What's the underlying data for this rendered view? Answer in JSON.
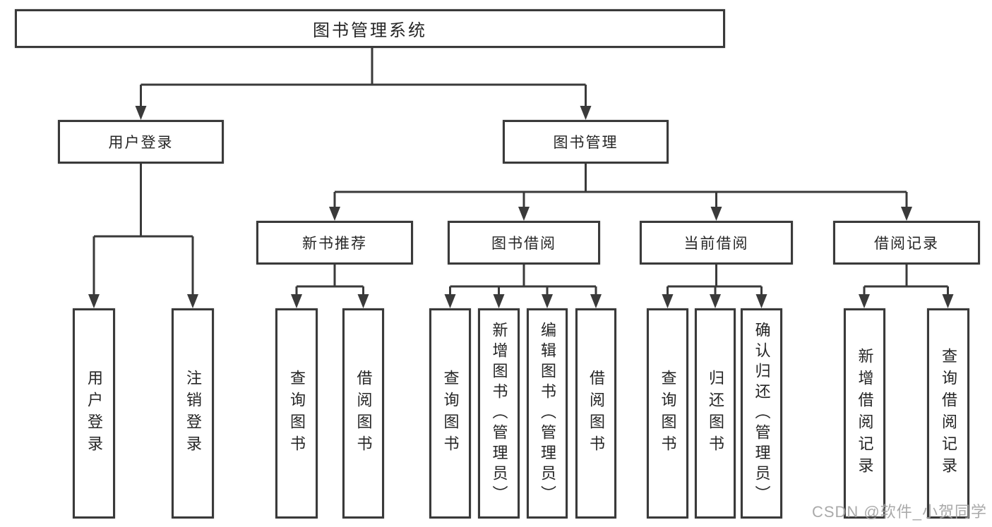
{
  "diagram": {
    "root": {
      "label": "图书管理系统"
    },
    "branches": [
      {
        "label": "用户登录",
        "children": [
          "用户登录",
          "注销登录"
        ]
      },
      {
        "label": "图书管理",
        "sections": [
          {
            "label": "新书推荐",
            "children": [
              "查询图书",
              "借阅图书"
            ]
          },
          {
            "label": "图书借阅",
            "children": [
              "查询图书",
              "新增图书（管理员）",
              "编辑图书（管理员）",
              "借阅图书"
            ]
          },
          {
            "label": "当前借阅",
            "children": [
              "查询图书",
              "归还图书",
              "确认归还（管理员）"
            ]
          },
          {
            "label": "借阅记录",
            "children": [
              "新增借阅记录",
              "查询借阅记录"
            ]
          }
        ]
      }
    ]
  },
  "watermark": {
    "text": "CSDN @软件_小贺同学",
    "color": "#a3a3a3"
  },
  "colors": {
    "line": "#3a3a3a",
    "text": "#262626",
    "box_background": "#ffffff",
    "page_background": "#ffffff"
  }
}
